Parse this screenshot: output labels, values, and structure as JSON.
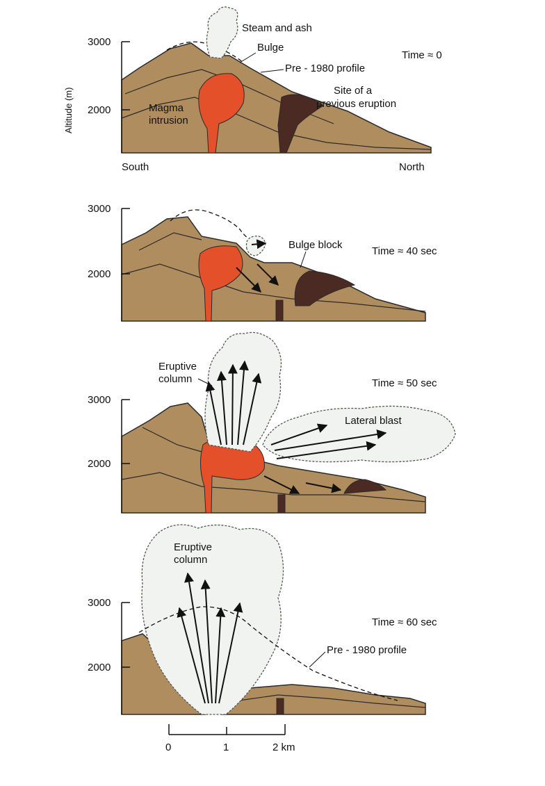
{
  "colors": {
    "rock": "#b08d5e",
    "rock_dark": "#8f6d45",
    "magma": "#e4502a",
    "old_vent": "#4a2a22",
    "cloud": "#f1f3f1",
    "line": "#2a2a2a"
  },
  "panels": [
    {
      "id": "t0",
      "time_label": "Time ≈ 0",
      "y_label": "Altitude (m)",
      "y_ticks": [
        "3000",
        "2000"
      ],
      "direction_left": "South",
      "direction_right": "North",
      "labels": {
        "steam": "Steam and ash",
        "bulge": "Bulge",
        "pre_profile": "Pre - 1980 profile",
        "site_line1": "Site of a",
        "site_line2": "previous eruption",
        "magma_line1": "Magma",
        "magma_line2": "intrusion"
      }
    },
    {
      "id": "t40",
      "time_label": "Time ≈ 40 sec",
      "y_ticks": [
        "3000",
        "2000"
      ],
      "labels": {
        "bulge_block": "Bulge block"
      }
    },
    {
      "id": "t50",
      "time_label": "Time ≈ 50 sec",
      "y_ticks": [
        "3000",
        "2000"
      ],
      "labels": {
        "col_line1": "Eruptive",
        "col_line2": "column",
        "lateral": "Lateral blast"
      }
    },
    {
      "id": "t60",
      "time_label": "Time ≈ 60 sec",
      "y_ticks": [
        "3000",
        "2000"
      ],
      "labels": {
        "col_line1": "Eruptive",
        "col_line2": "column",
        "pre_profile": "Pre - 1980 profile"
      }
    }
  ],
  "scale_bar": {
    "ticks": [
      "0",
      "1",
      "2 km"
    ]
  }
}
